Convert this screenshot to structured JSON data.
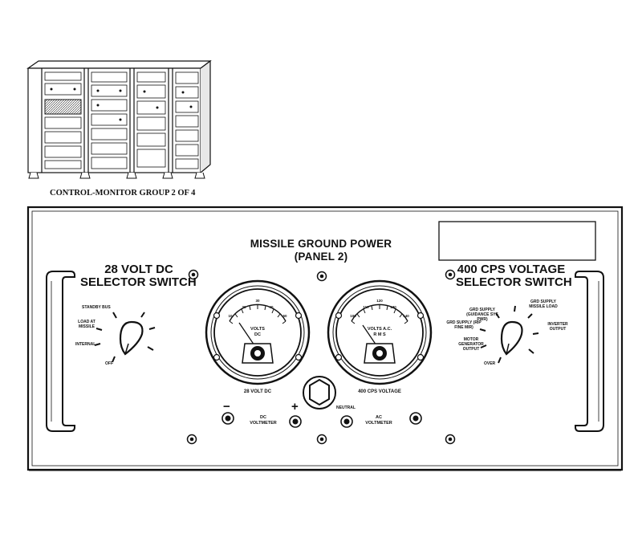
{
  "cabinet_caption": "CONTROL-MONITOR GROUP 2 OF 4",
  "panel": {
    "title_line1": "MISSILE GROUND POWER",
    "title_line2": "(PANEL 2)"
  },
  "dc_switch": {
    "title_line1": "28 VOLT DC",
    "title_line2": "SELECTOR SWITCH",
    "positions": [
      "STANDBY BUS",
      "LOAD AT MISSILE",
      "INTERNAL",
      "OFF"
    ]
  },
  "ac_switch": {
    "title_line1": "400 CPS VOLTAGE",
    "title_line2": "SELECTOR SWITCH",
    "positions": [
      "GRD SUPPLY (GUIDANCE SYS PWR)",
      "GRD SUPPLY MISSILE LOAD",
      "GRD SUPPLY (RIP FINE MIR)",
      "INVERTER OUTPUT",
      "MOTOR GENERATOR OUTPUT",
      "OVER"
    ]
  },
  "dc_meter": {
    "face_label_line1": "VOLTS",
    "face_label_line2": "DC",
    "caption": "28 VOLT DC",
    "scale": [
      "10",
      "20",
      "30",
      "40",
      "50"
    ]
  },
  "ac_meter": {
    "face_label_line1": "VOLTS A.C.",
    "face_label_line2": "R M S",
    "caption": "400 CPS VOLTAGE",
    "scale": [
      "100",
      "110",
      "120",
      "130",
      "140"
    ]
  },
  "jacks": {
    "minus": "−",
    "plus": "+",
    "dc_label_line1": "DC",
    "dc_label_line2": "VOLTMETER",
    "neutral": "NEUTRAL",
    "ac_label_line1": "AC",
    "ac_label_line2": "VOLTMETER"
  }
}
